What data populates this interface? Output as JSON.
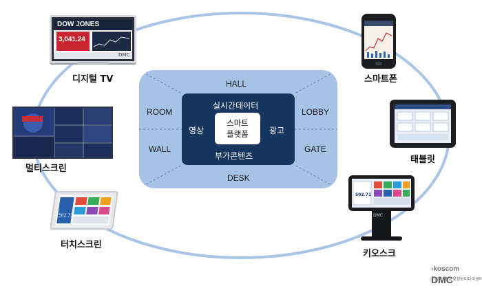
{
  "center": {
    "zones": {
      "top": "HALL",
      "left_top": "ROOM",
      "left_bottom": "WALL",
      "right_top": "LOBBY",
      "right_bottom": "GATE",
      "bottom": "DESK"
    },
    "inner": {
      "top": "실시간데이터",
      "left": "영상",
      "right": "광고",
      "bottom": "부가콘텐츠"
    },
    "core": {
      "line1": "스마트",
      "line2": "플랫폼"
    }
  },
  "devices": {
    "digital_tv": "디지털 TV",
    "multiscreen": "멀티스크린",
    "touchscreen": "터치스크린",
    "smartphone": "스마트폰",
    "tablet": "태블릿",
    "kiosk": "키오스크"
  },
  "tv_screen": {
    "headline": "DOW JONES",
    "value": "3,041.24",
    "brand": "DMC"
  },
  "kiosk_screen": {
    "value": "502.71",
    "brand": "DMC"
  },
  "touch_screen": {
    "value": "502.71"
  },
  "logo": {
    "prefix": "koscom",
    "name": "DMC",
    "subtitle": "(주)코스콤 금융정보미디어센터"
  },
  "colors": {
    "ring": "#a8c4e6",
    "panel": "#a6c2e4",
    "inner": "#17365f",
    "core": "#ffffff"
  }
}
